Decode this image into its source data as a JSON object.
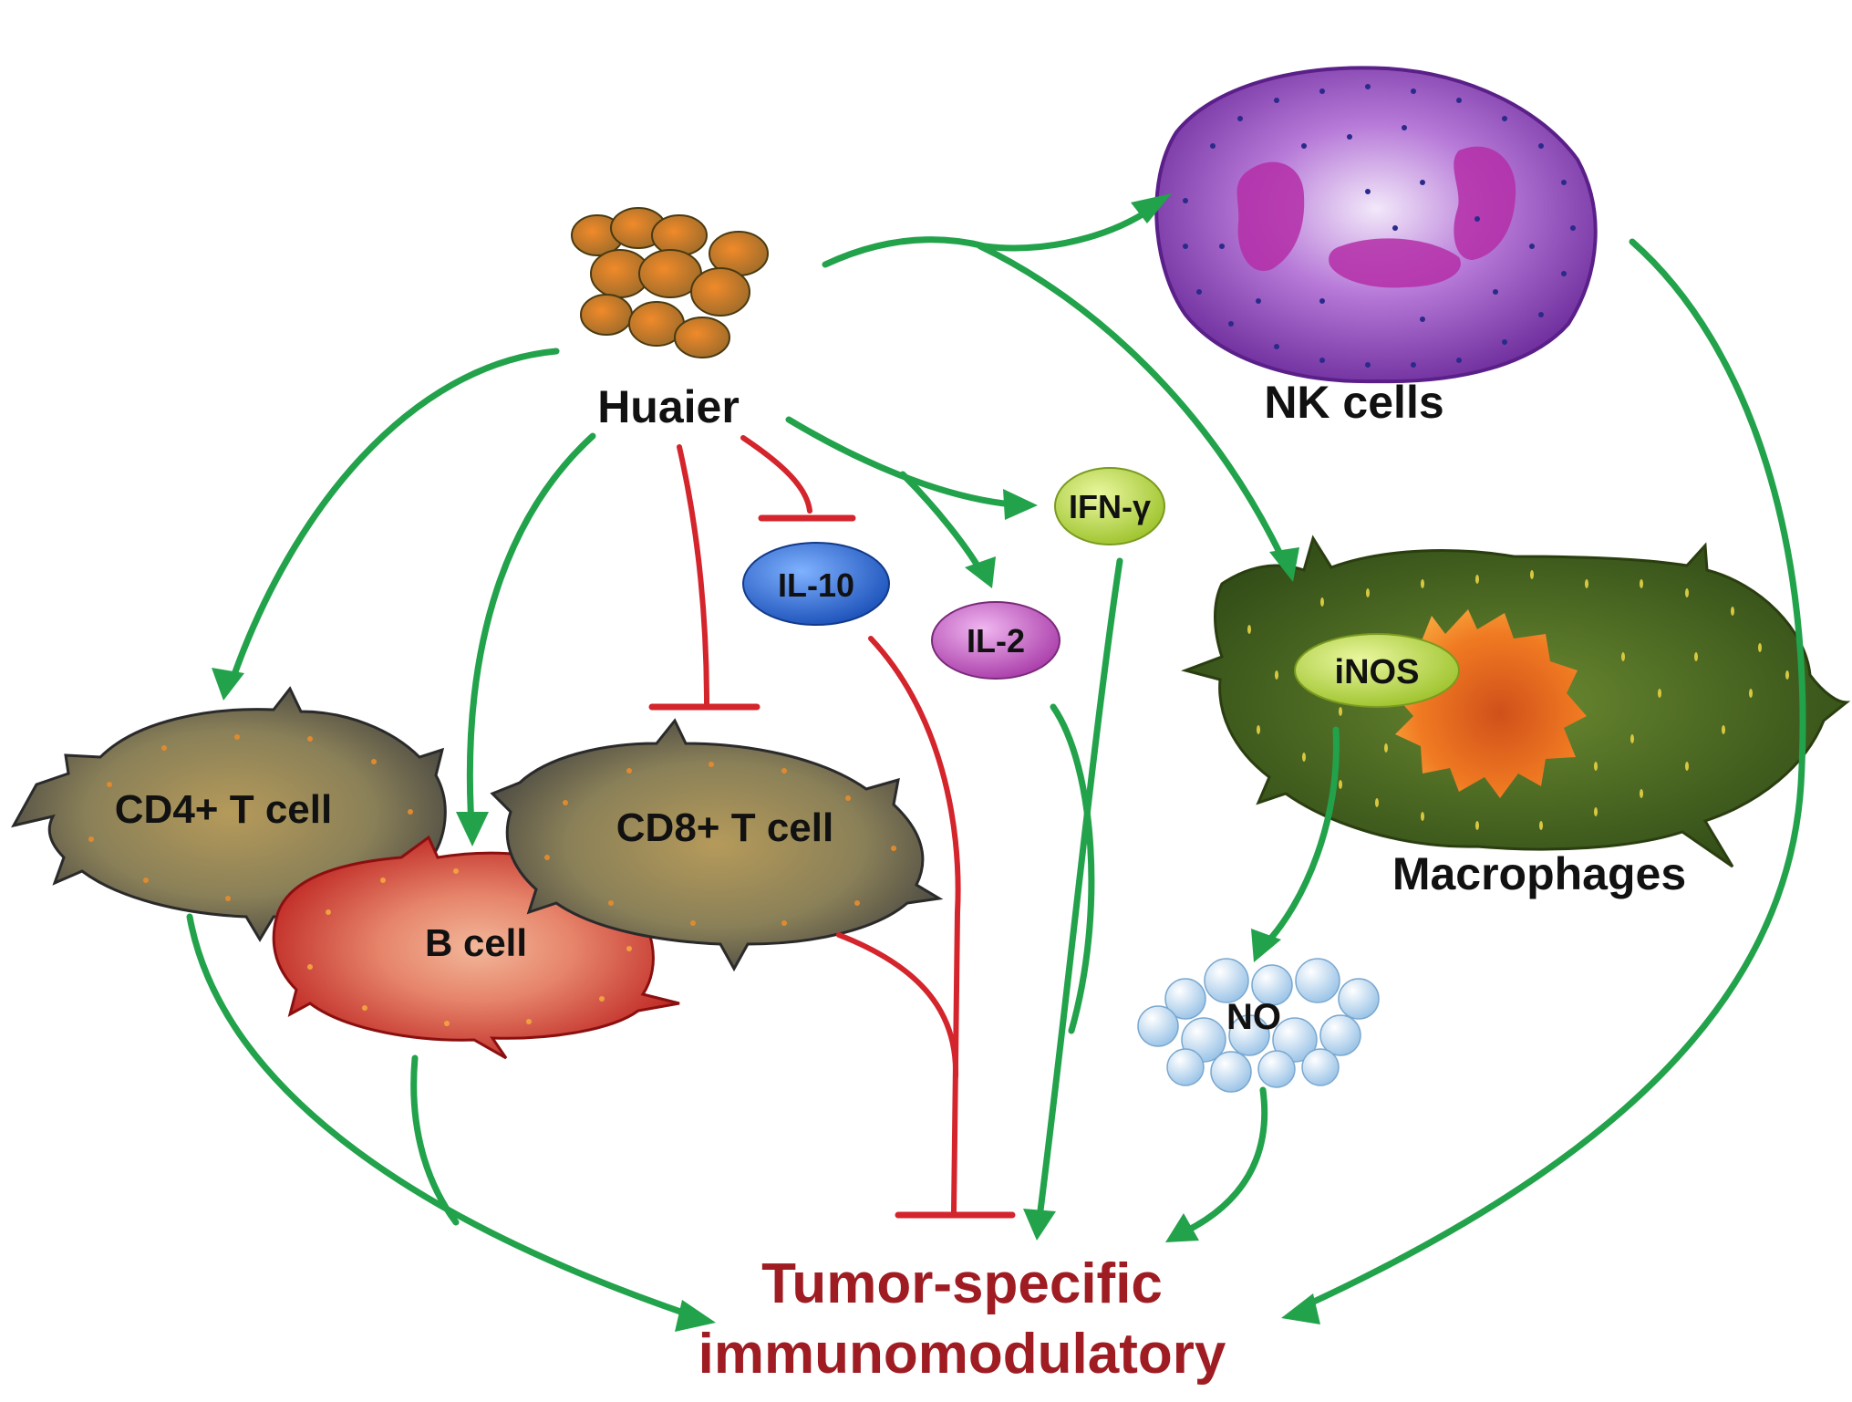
{
  "labels": {
    "huaier": "Huaier",
    "nk_cells": "NK cells",
    "ifn_gamma": "IFN-γ",
    "il10": "IL-10",
    "il2": "IL-2",
    "inos": "iNOS",
    "macrophages": "Macrophages",
    "cd4": "CD4+ T cell",
    "cd8": "CD8+ T cell",
    "b_cell": "B cell",
    "no": "NO",
    "outcome_line1": "Tumor-specific",
    "outcome_line2": "immunomodulatory"
  },
  "colors": {
    "activation_arrow": "#22a24a",
    "inhibition": "#d4242c",
    "outcome_text": "#9e1c22",
    "nk_cell": "#8a3fc0",
    "macrophage": "#3f5a1e",
    "b_cell": "#c8201f",
    "t_cell": "#4a4a4a",
    "il10": "#1d5fd0",
    "il2": "#c050c8",
    "ifn_gamma": "#b8d93a"
  },
  "icons": {
    "huaier": "huaier-mushroom-icon",
    "no": "no-molecule-cluster-icon"
  }
}
